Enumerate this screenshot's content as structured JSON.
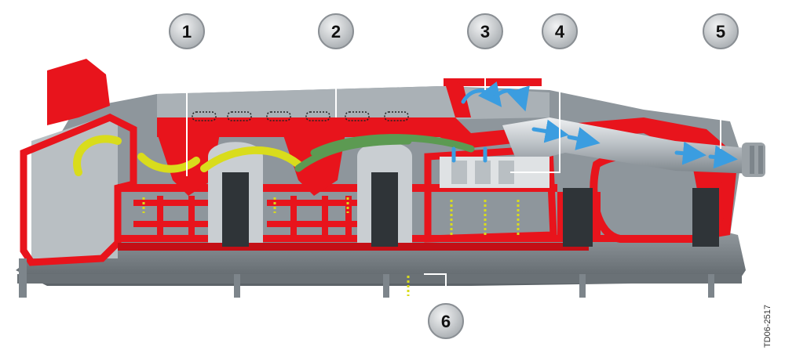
{
  "callouts": [
    "1",
    "2",
    "3",
    "4",
    "5",
    "6"
  ],
  "document_id": "TD06-2517",
  "colors": {
    "housing_red": "#e8141c",
    "housing_grey": "#8e969c",
    "housing_dark": "#4c5257",
    "pipe_light": "#c9ced2",
    "arrow_yellow": "#d9dc1c",
    "arrow_green": "#5c9a52",
    "arrow_blue": "#3b9de0",
    "arrow_dotted": "#222222",
    "callout_fill": "#c6c9cc",
    "callout_ring": "#8a8f94",
    "leader_line": "#ffffff"
  }
}
